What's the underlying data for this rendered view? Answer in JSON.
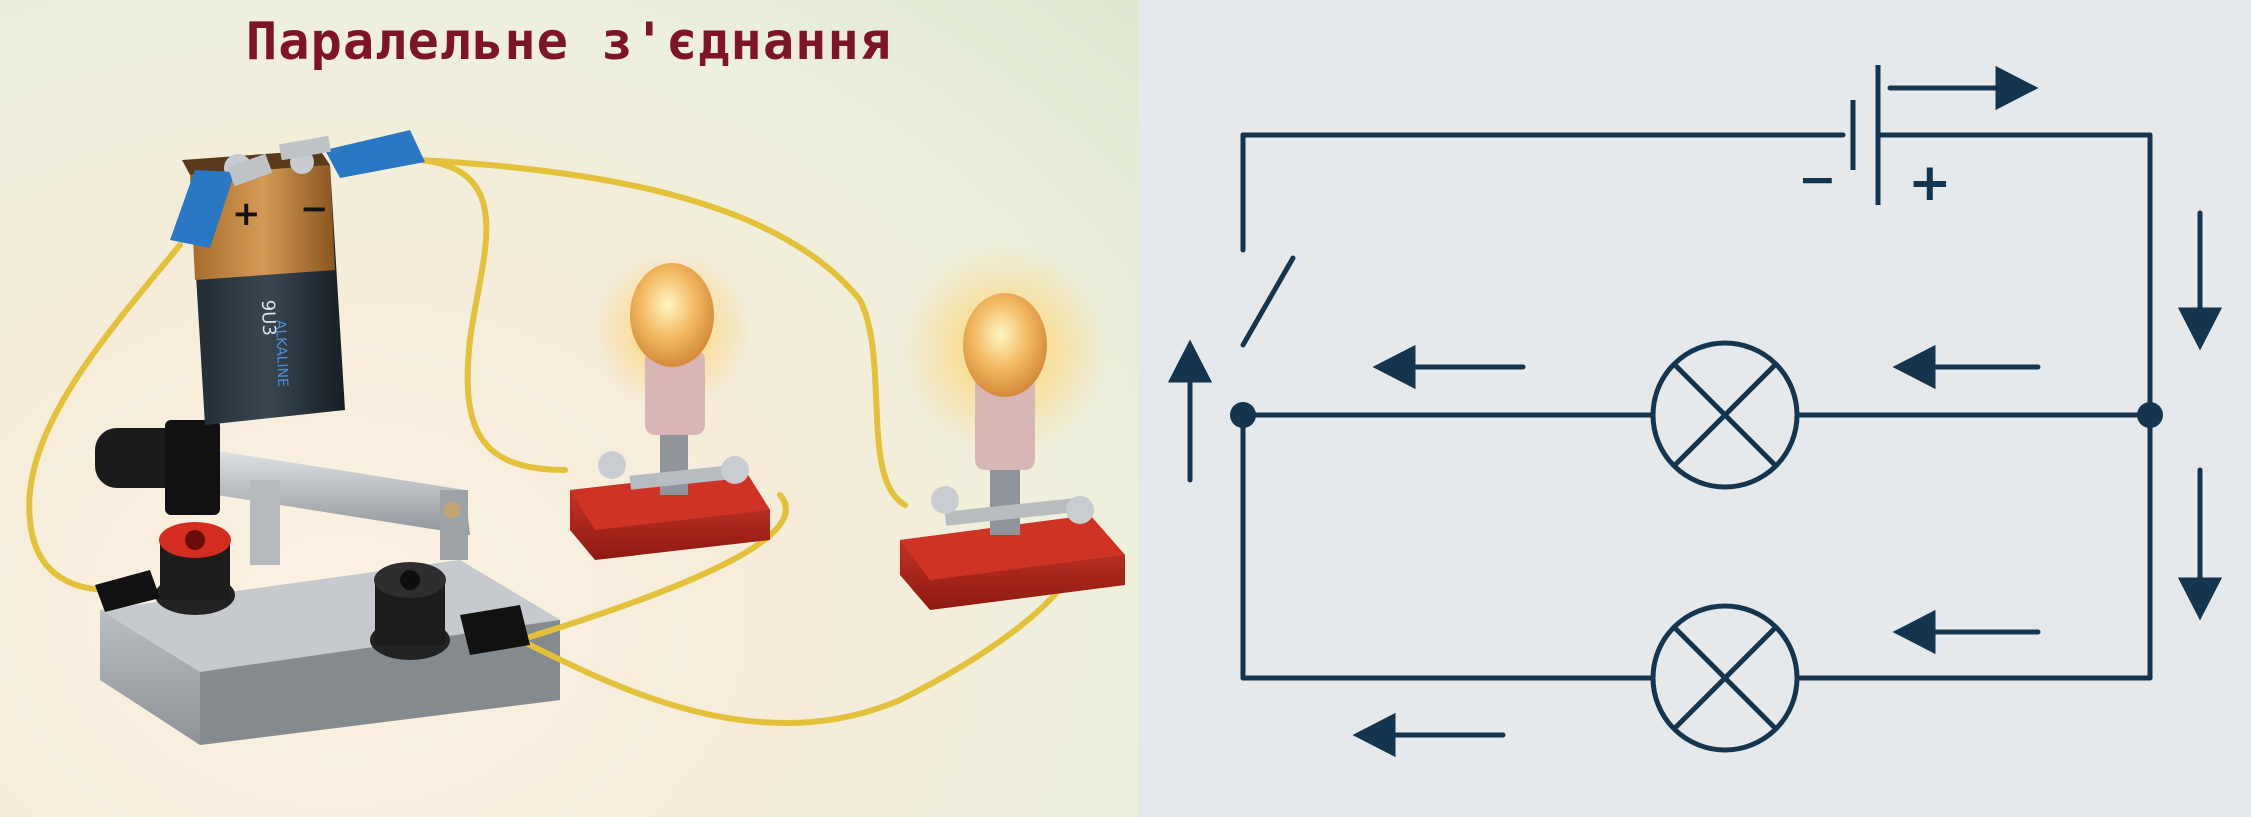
{
  "title": "Паралельне з'єднання",
  "battery_label": {
    "plus": "+",
    "minus": "−",
    "model": "9U3",
    "brand": "ALKALINE"
  },
  "schematic": {
    "minus_sign": "−",
    "plus_sign": "+",
    "wire_color": "#15344e"
  },
  "colors": {
    "title": "#7d1428",
    "wire": "#e3c13a",
    "base": "#b8231d",
    "clip": "#2a78c4"
  }
}
